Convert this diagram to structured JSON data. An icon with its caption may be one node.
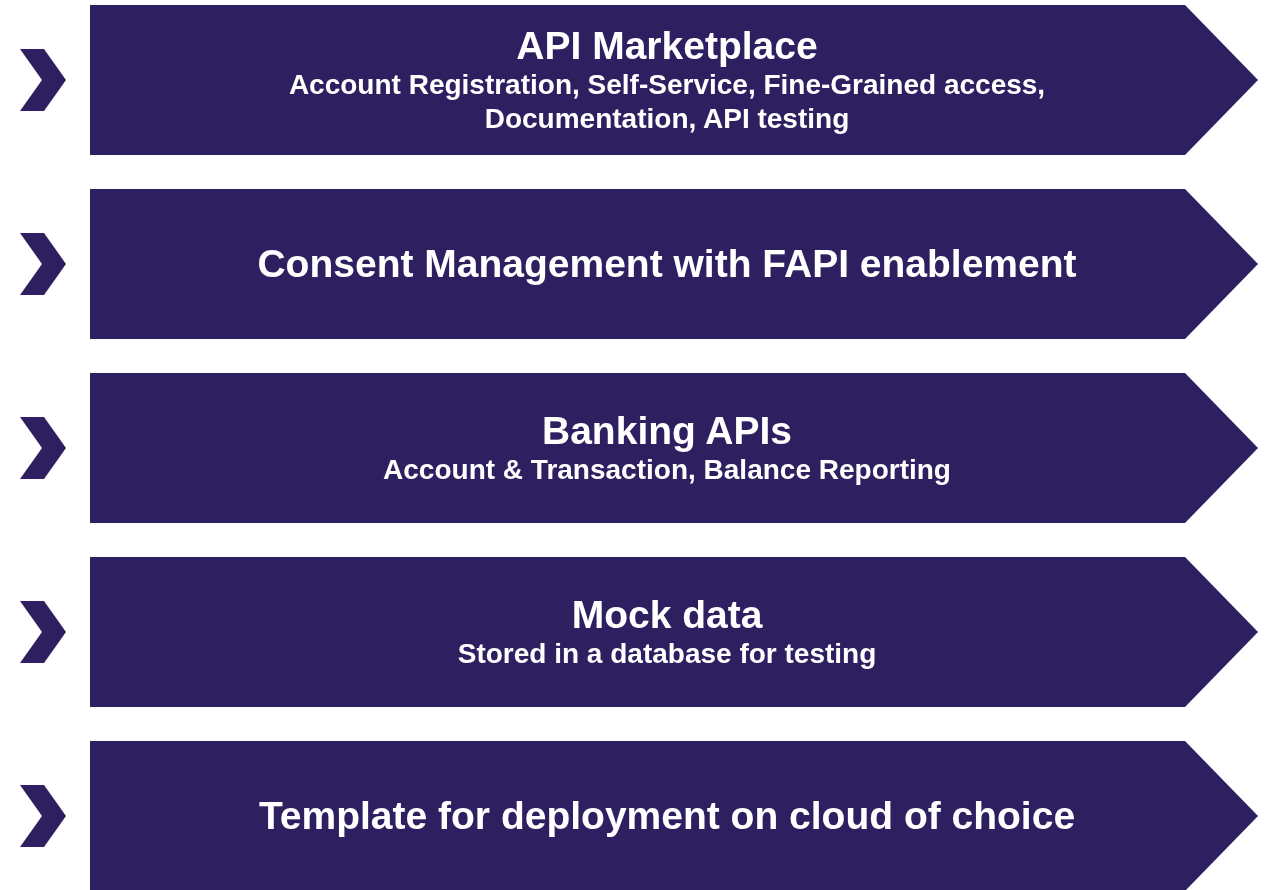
{
  "diagram": {
    "nodes": [
      {
        "text": [
          "API Marketplace",
          "Account Registration, Self-Service, Fine-Grained access, Documentation, API testing"
        ]
      },
      {
        "text": [
          "Consent Management with FAPI enablement"
        ]
      },
      {
        "text": [
          "Banking APIs",
          "Account & Transaction, Balance Reporting"
        ]
      },
      {
        "text": [
          "Mock data",
          "Stored in a database for testing"
        ]
      },
      {
        "text": [
          "Template for deployment on cloud of choice"
        ]
      }
    ]
  }
}
